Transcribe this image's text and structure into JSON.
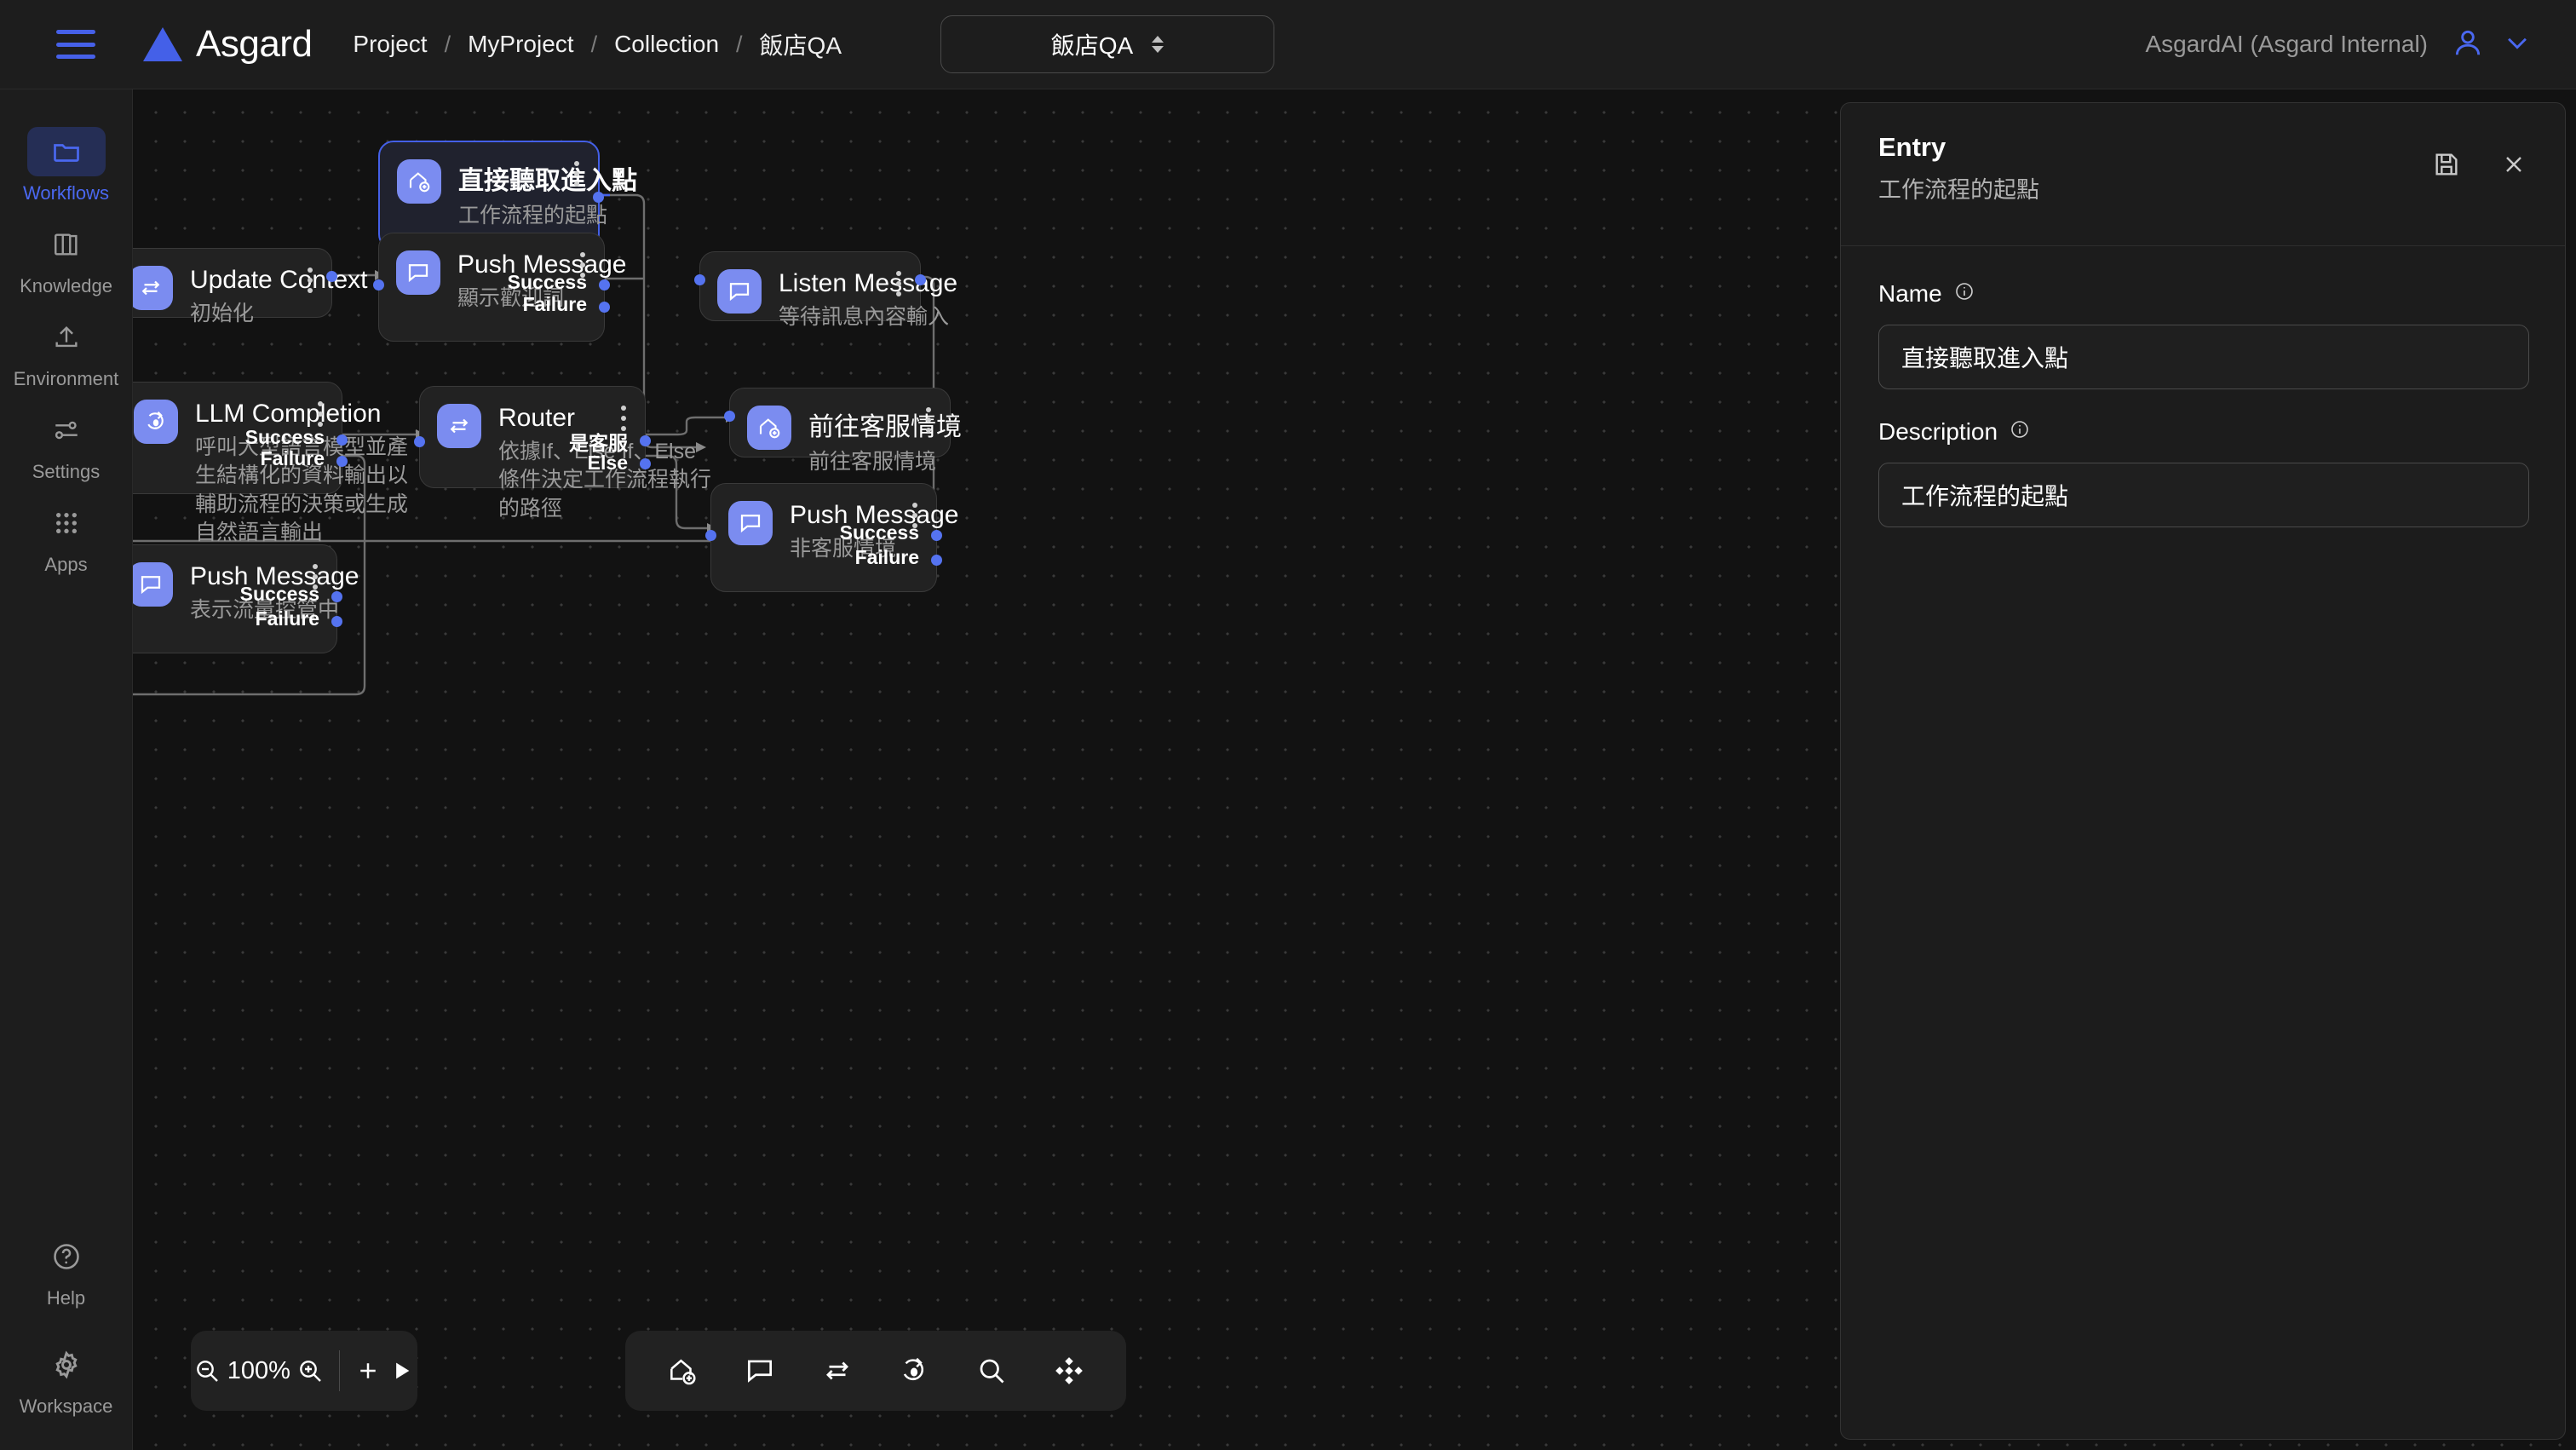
{
  "header": {
    "menu_icon": "hamburger-icon",
    "brand": "Asgard",
    "breadcrumbs": [
      "Project",
      "MyProject",
      "Collection",
      "飯店QA"
    ],
    "breadcrumb_separator": "/",
    "project_select_value": "飯店QA",
    "org_label": "AsgardAI (Asgard Internal)",
    "user_icon": "user-icon",
    "chevron_icon": "chevron-down-icon"
  },
  "sidebar": {
    "items": [
      {
        "label": "Workflows",
        "icon": "folder-icon",
        "active": true
      },
      {
        "label": "Knowledge",
        "icon": "book-icon",
        "active": false
      },
      {
        "label": "Environment",
        "icon": "upload-icon",
        "active": false
      },
      {
        "label": "Settings",
        "icon": "sliders-icon",
        "active": false
      },
      {
        "label": "Apps",
        "icon": "grid-dots-icon",
        "active": false
      }
    ],
    "bottom_items": [
      {
        "label": "Help",
        "icon": "question-circle-icon"
      },
      {
        "label": "Workspace",
        "icon": "gear-icon"
      }
    ]
  },
  "canvas": {
    "nodes": [
      {
        "id": "entry",
        "title": "直接聽取進入點",
        "desc": "工作流程的起點",
        "icon": "entry-home-plus-icon",
        "selected": true,
        "ports": []
      },
      {
        "id": "update-context",
        "title": "Update Context",
        "desc": "初始化",
        "icon": "swap-arrows-icon",
        "selected": false,
        "ports": []
      },
      {
        "id": "push-message-welcome",
        "title": "Push Message",
        "desc": "顯示歡迎詞",
        "icon": "chat-bubble-icon",
        "selected": false,
        "ports": [
          "Success",
          "Failure"
        ]
      },
      {
        "id": "listen-message",
        "title": "Listen Message",
        "desc": "等待訊息內容輸入",
        "icon": "chat-bubble-icon",
        "selected": false,
        "ports": []
      },
      {
        "id": "llm-completion",
        "title": "LLM Completion",
        "desc": "呼叫大型語言模型並產生結構化的資料輸出以輔助流程的決策或生成自然語言輸出",
        "icon": "llm-bulb-icon",
        "selected": false,
        "ports": [
          "Success",
          "Failure"
        ]
      },
      {
        "id": "router",
        "title": "Router",
        "desc": "依據If、Else If、Else條件決定工作流程執行的路徑",
        "icon": "swap-arrows-icon",
        "selected": false,
        "ports": [
          "是客服",
          "Else"
        ]
      },
      {
        "id": "goto-support",
        "title": "前往客服情境",
        "desc": "前往客服情境",
        "icon": "entry-home-plus-icon",
        "selected": false,
        "ports": []
      },
      {
        "id": "push-message-nonsupport",
        "title": "Push Message",
        "desc": "非客服情境",
        "icon": "chat-bubble-icon",
        "selected": false,
        "ports": [
          "Success",
          "Failure"
        ]
      },
      {
        "id": "push-message-throttle",
        "title": "Push Message",
        "desc": "表示流量控管中",
        "icon": "chat-bubble-icon",
        "selected": false,
        "ports": [
          "Success",
          "Failure"
        ]
      }
    ]
  },
  "zoombar": {
    "zoom_out_icon": "zoom-out-icon",
    "zoom_value": "100%",
    "zoom_in_icon": "zoom-in-icon",
    "add_icon": "plus-icon",
    "run_icon": "play-icon"
  },
  "toolbar": {
    "tools": [
      {
        "icon": "entry-home-plus-icon",
        "name": "add-entry-tool"
      },
      {
        "icon": "chat-bubble-icon",
        "name": "message-tool"
      },
      {
        "icon": "swap-arrows-icon",
        "name": "router-tool"
      },
      {
        "icon": "llm-bulb-icon",
        "name": "llm-tool"
      },
      {
        "icon": "search-icon",
        "name": "search-tool"
      },
      {
        "icon": "move-icon",
        "name": "move-tool"
      }
    ]
  },
  "panel": {
    "title": "Entry",
    "subtitle": "工作流程的起點",
    "save_icon": "save-icon",
    "close_icon": "close-icon",
    "fields": [
      {
        "label": "Name",
        "value": "直接聽取進入點"
      },
      {
        "label": "Description",
        "value": "工作流程的起點"
      }
    ]
  },
  "colors": {
    "accent": "#4460e8",
    "node_icon": "#7b8cf0",
    "port_dot": "#5573f0",
    "bg": "#121212",
    "panel_bg": "#1c1c1c"
  }
}
